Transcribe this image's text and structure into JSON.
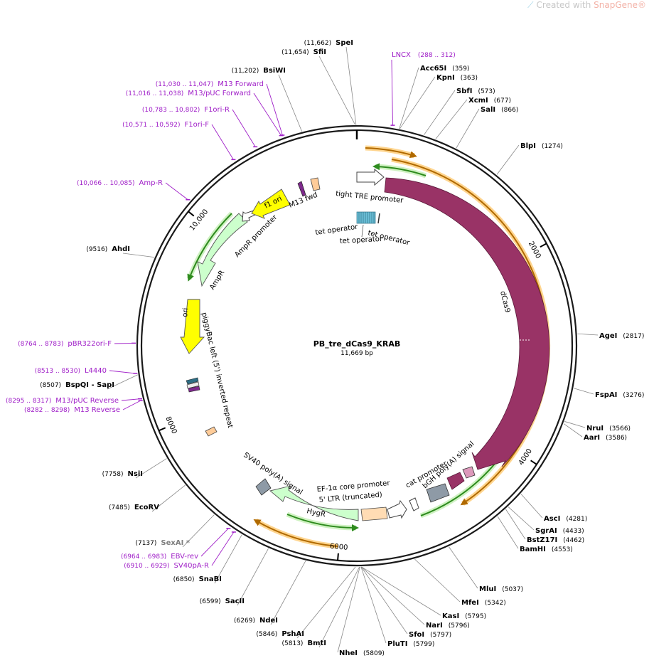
{
  "watermark": {
    "prefix": "Created with ",
    "brand": "SnapGene",
    "reg": "®"
  },
  "plasmid": {
    "name": "PB_tre_dCas9_KRAB",
    "length_label": "11,669 bp",
    "total_bp": 11669
  },
  "ticks": [
    {
      "bp": 2000,
      "label": "2000"
    },
    {
      "bp": 4000,
      "label": "4000"
    },
    {
      "bp": 6000,
      "label": "6000"
    },
    {
      "bp": 8000,
      "label": "8000"
    },
    {
      "bp": 10000,
      "label": "10,000"
    }
  ],
  "enzymes_right": [
    {
      "name": "Acc65I",
      "pos": "(359)",
      "bp": 359
    },
    {
      "name": "KpnI",
      "pos": "(363)",
      "bp": 363
    },
    {
      "name": "SbfI",
      "pos": "(573)",
      "bp": 573
    },
    {
      "name": "XcmI",
      "pos": "(677)",
      "bp": 677
    },
    {
      "name": "SalI",
      "pos": "(866)",
      "bp": 866
    },
    {
      "name": "BlpI",
      "pos": "(1274)",
      "bp": 1274
    },
    {
      "name": "AgeI",
      "pos": "(2817)",
      "bp": 2817
    },
    {
      "name": "FspAI",
      "pos": "(3276)",
      "bp": 3276
    },
    {
      "name": "NruI",
      "pos": "(3566)",
      "bp": 3566
    },
    {
      "name": "AarI",
      "pos": "(3586)",
      "bp": 3586
    },
    {
      "name": "AscI",
      "pos": "(4281)",
      "bp": 4281
    },
    {
      "name": "SgrAI",
      "pos": "(4433)",
      "bp": 4433
    },
    {
      "name": "BstZ17I",
      "pos": "(4462)",
      "bp": 4462
    },
    {
      "name": "BamHI",
      "pos": "(4553)",
      "bp": 4553
    },
    {
      "name": "MluI",
      "pos": "(5037)",
      "bp": 5037
    },
    {
      "name": "MfeI",
      "pos": "(5342)",
      "bp": 5342
    },
    {
      "name": "KasI",
      "pos": "(5795)",
      "bp": 5795
    },
    {
      "name": "NarI",
      "pos": "(5796)",
      "bp": 5796
    },
    {
      "name": "SfoI",
      "pos": "(5797)",
      "bp": 5797
    },
    {
      "name": "PluTI",
      "pos": "(5799)",
      "bp": 5799
    },
    {
      "name": "NheI",
      "pos": "(5809)",
      "bp": 5809
    }
  ],
  "enzymes_left": [
    {
      "name": "SpeI",
      "pos": "(11,662)",
      "bp": 11662
    },
    {
      "name": "SfiI",
      "pos": "(11,654)",
      "bp": 11654
    },
    {
      "name": "BsiWI",
      "pos": "(11,202)",
      "bp": 11202
    },
    {
      "name": "AhdI",
      "pos": "(9516)",
      "bp": 9516
    },
    {
      "name": "BspQI",
      "extra": " - SapI",
      "pos": "(8507)",
      "bp": 8507
    },
    {
      "name": "NsiI",
      "pos": "(7758)",
      "bp": 7758
    },
    {
      "name": "EcoRV",
      "pos": "(7485)",
      "bp": 7485
    },
    {
      "name": "SexAI *",
      "pos": "(7137)",
      "bp": 7137,
      "grey": true
    },
    {
      "name": "SnaBI",
      "pos": "(6850)",
      "bp": 6850
    },
    {
      "name": "SacII",
      "pos": "(6599)",
      "bp": 6599
    },
    {
      "name": "NdeI",
      "pos": "(6269)",
      "bp": 6269
    },
    {
      "name": "PshAI",
      "pos": "(5846)",
      "bp": 5846
    },
    {
      "name": "BmtI",
      "pos": "(5813)",
      "bp": 5813
    }
  ],
  "primers": [
    {
      "name": "LNCX",
      "range": "(288 .. 312)",
      "bp": 300
    },
    {
      "name": "M13 Forward",
      "range": "(11,030 .. 11,047)",
      "bp": 11038
    },
    {
      "name": "M13/pUC Forward",
      "range": "(11,016 .. 11,038)",
      "bp": 11027
    },
    {
      "name": "F1ori-R",
      "range": "(10,783 .. 10,802)",
      "bp": 10792
    },
    {
      "name": "F1ori-F",
      "range": "(10,571 .. 10,592)",
      "bp": 10581
    },
    {
      "name": "Amp-R",
      "range": "(10,066 .. 10,085)",
      "bp": 10075
    },
    {
      "name": "pBR322ori-F",
      "range": "(8764 .. 8783)",
      "bp": 8773
    },
    {
      "name": "L4440",
      "range": "(8513 .. 8530)",
      "bp": 8521
    },
    {
      "name": "M13/pUC Reverse",
      "range": "(8295 .. 8317)",
      "bp": 8306
    },
    {
      "name": "M13 Reverse",
      "range": "(8282 .. 8298)",
      "bp": 8290
    },
    {
      "name": "EBV-rev",
      "range": "(6964 .. 6983)",
      "bp": 6973
    },
    {
      "name": "SV40pA-R",
      "range": "(6910 .. 6929)",
      "bp": 6919
    }
  ],
  "features": [
    {
      "label": "dCas9",
      "start": 640,
      "end": 4400,
      "color": "#993366",
      "kind": "cds"
    },
    {
      "label": "tight TRE promoter",
      "start": 110,
      "end": 600,
      "color": "#ffffff",
      "kind": "promoter"
    },
    {
      "label": "tet operator",
      "color": "#6cc0d8",
      "kind": "operator"
    },
    {
      "label": "tet operator",
      "color": "#6cc0d8",
      "kind": "operator"
    },
    {
      "label": "tet operator",
      "color": "#6cc0d8",
      "kind": "operator"
    },
    {
      "label": "bGH poly(A) signal",
      "color": "#8e9aa6",
      "kind": "polya"
    },
    {
      "label": "cat promoter",
      "color": "#ffffff",
      "kind": "promoter"
    },
    {
      "label": "EF-1α core promoter",
      "color": "#ffffff",
      "kind": "promoter"
    },
    {
      "label": "5' LTR (truncated)",
      "color": "#ffdcb4",
      "kind": "ltr"
    },
    {
      "label": "HygR",
      "start": 5850,
      "end": 6750,
      "color": "#ccffcc",
      "kind": "cds"
    },
    {
      "label": "SV40 poly(A) signal",
      "color": "#8e9aa6",
      "kind": "polya"
    },
    {
      "label": "piggyBac left (5') inverted repeat",
      "color": "#ffcc99",
      "kind": "repeat"
    },
    {
      "label": "ori",
      "color": "#ffff00",
      "kind": "ori"
    },
    {
      "label": "AmpR",
      "color": "#ccffcc",
      "kind": "cds"
    },
    {
      "label": "AmpR promoter",
      "color": "#ffffff",
      "kind": "promoter"
    },
    {
      "label": "f1 ori",
      "color": "#ffff00",
      "kind": "ori"
    },
    {
      "label": "M13 fwd",
      "color": "#7e2a8c",
      "kind": "primer_bind"
    }
  ]
}
